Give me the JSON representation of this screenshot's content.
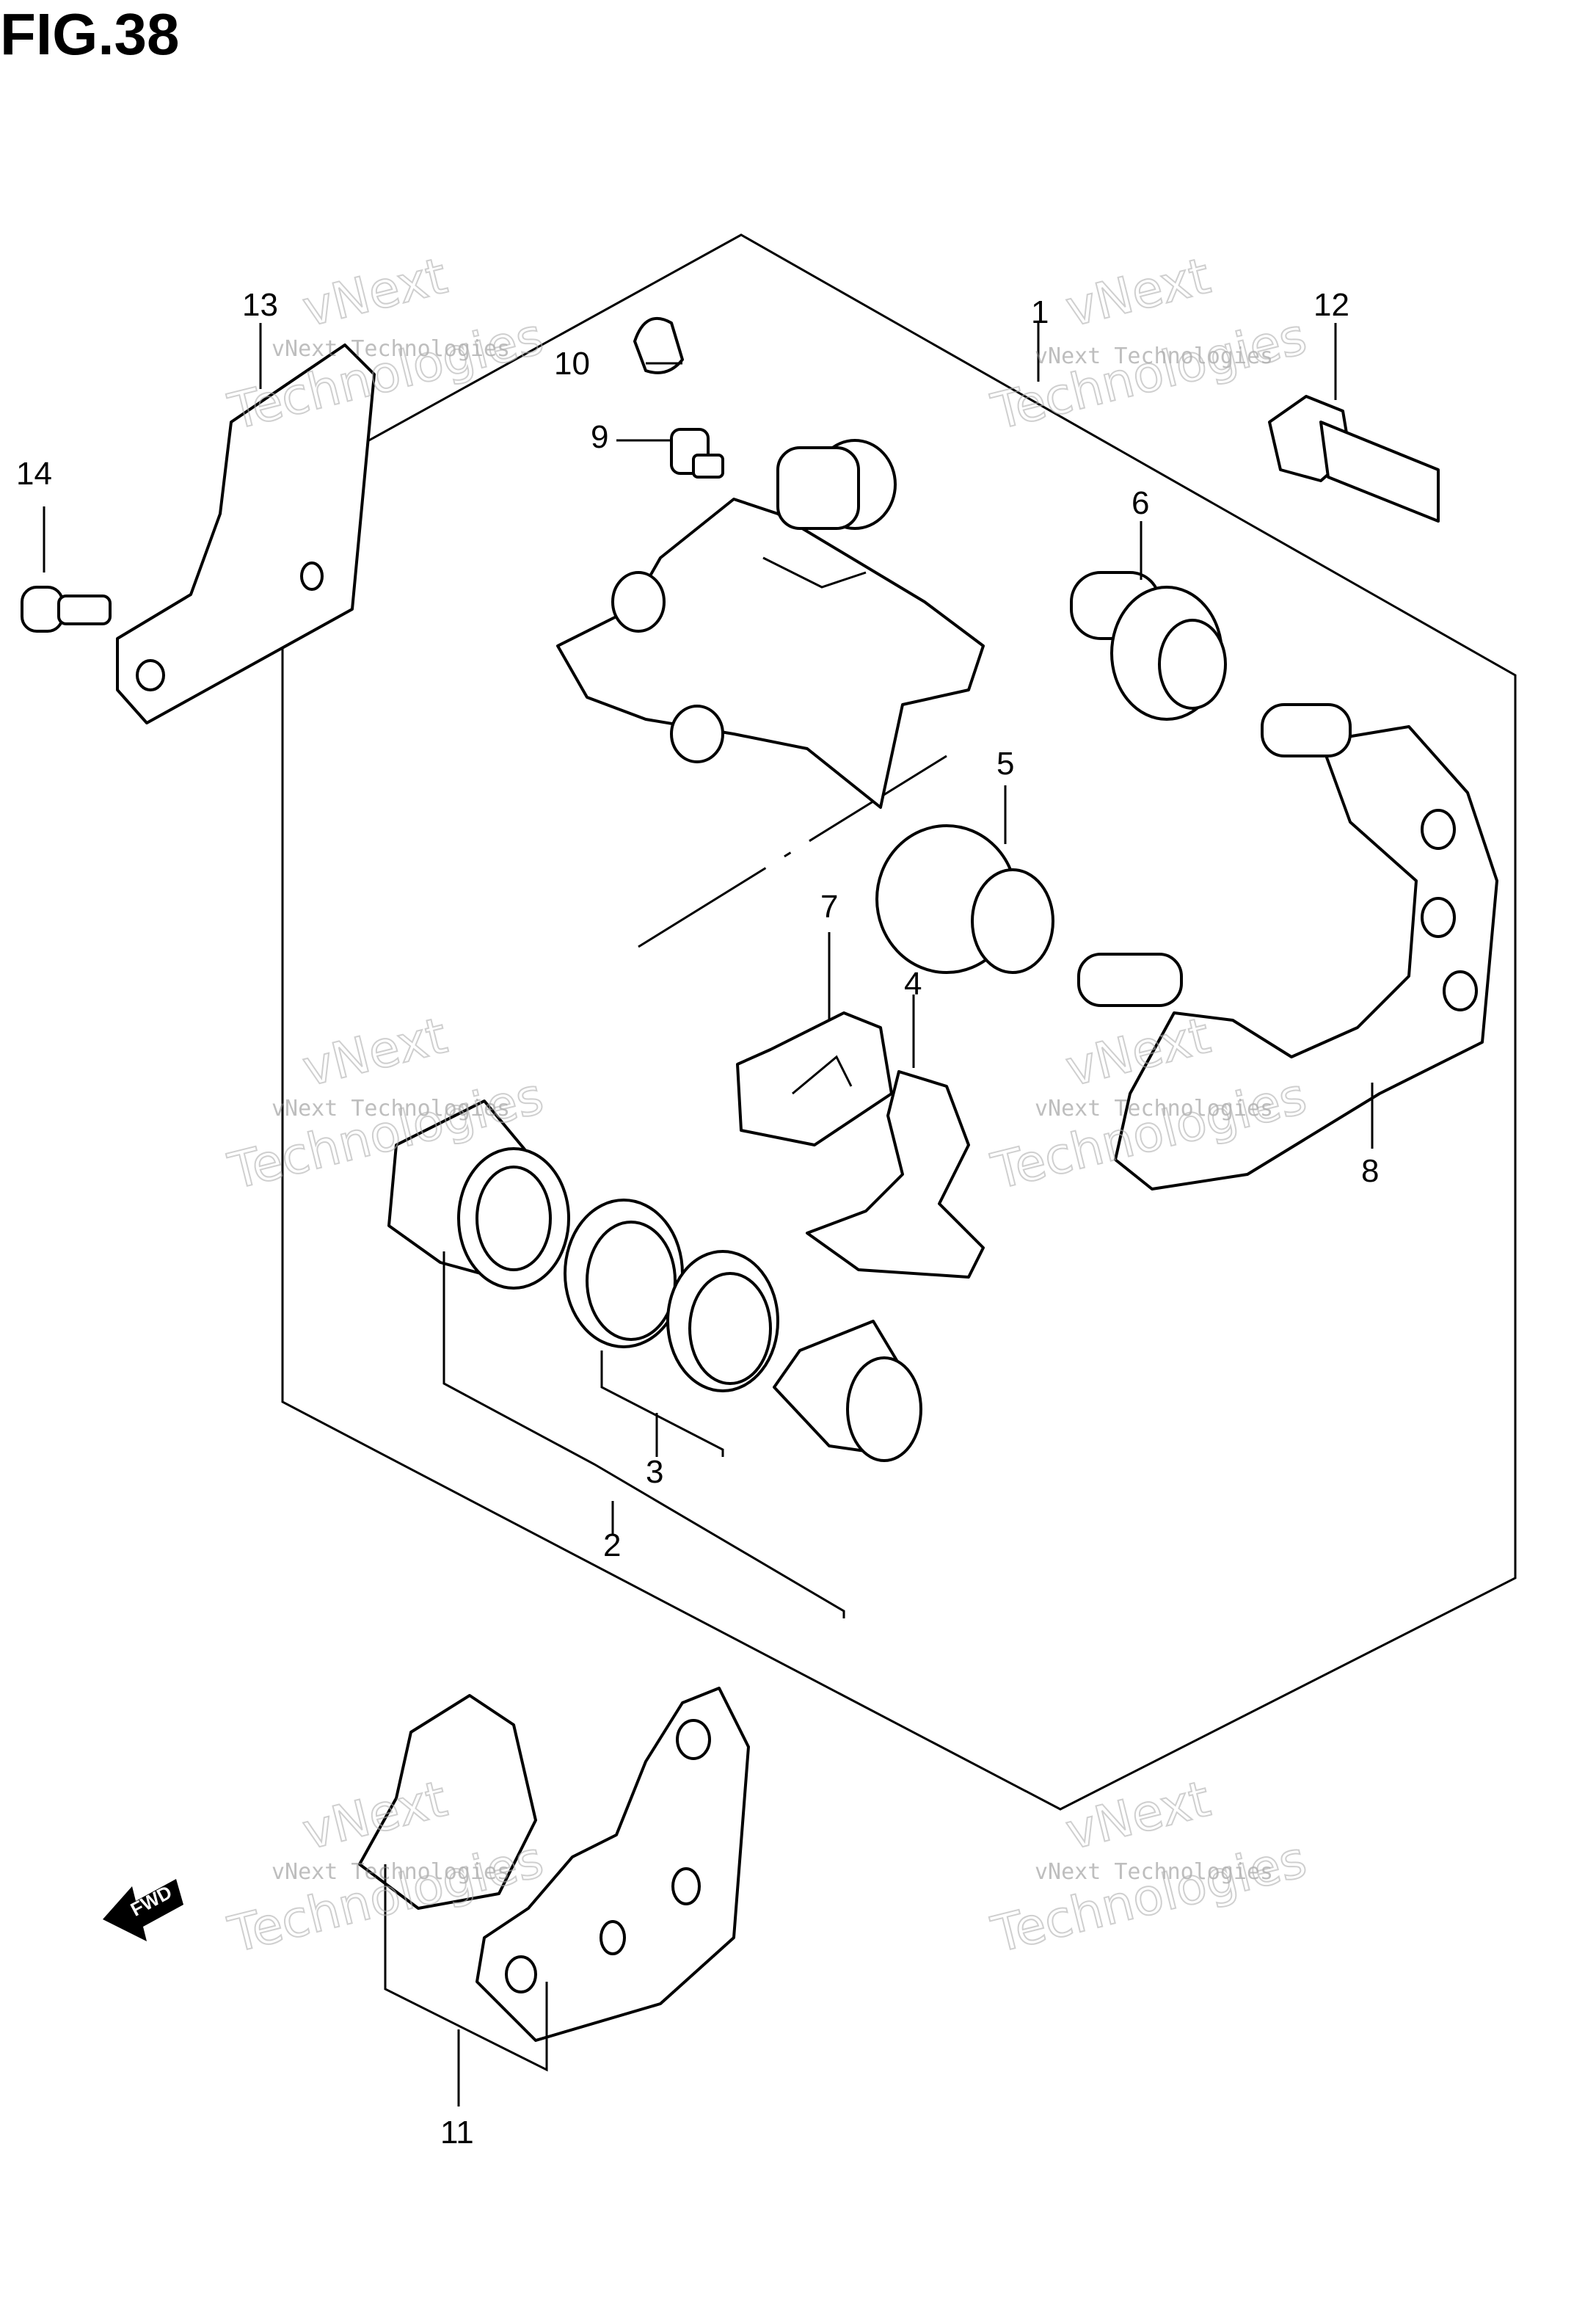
{
  "figure": {
    "title": "FIG.38"
  },
  "callouts": [
    {
      "id": "1",
      "label": "1"
    },
    {
      "id": "2",
      "label": "2"
    },
    {
      "id": "3",
      "label": "3"
    },
    {
      "id": "4",
      "label": "4"
    },
    {
      "id": "5",
      "label": "5"
    },
    {
      "id": "6",
      "label": "6"
    },
    {
      "id": "7",
      "label": "7"
    },
    {
      "id": "8",
      "label": "8"
    },
    {
      "id": "9",
      "label": "9"
    },
    {
      "id": "10",
      "label": "10"
    },
    {
      "id": "11",
      "label": "11"
    },
    {
      "id": "12",
      "label": "12"
    },
    {
      "id": "13",
      "label": "13"
    },
    {
      "id": "14",
      "label": "14"
    }
  ],
  "watermark": {
    "line1": "vNext Technologies",
    "line2": "Technologies",
    "line0": "vNext"
  },
  "fwd_arrow": {
    "label": "FWD"
  }
}
